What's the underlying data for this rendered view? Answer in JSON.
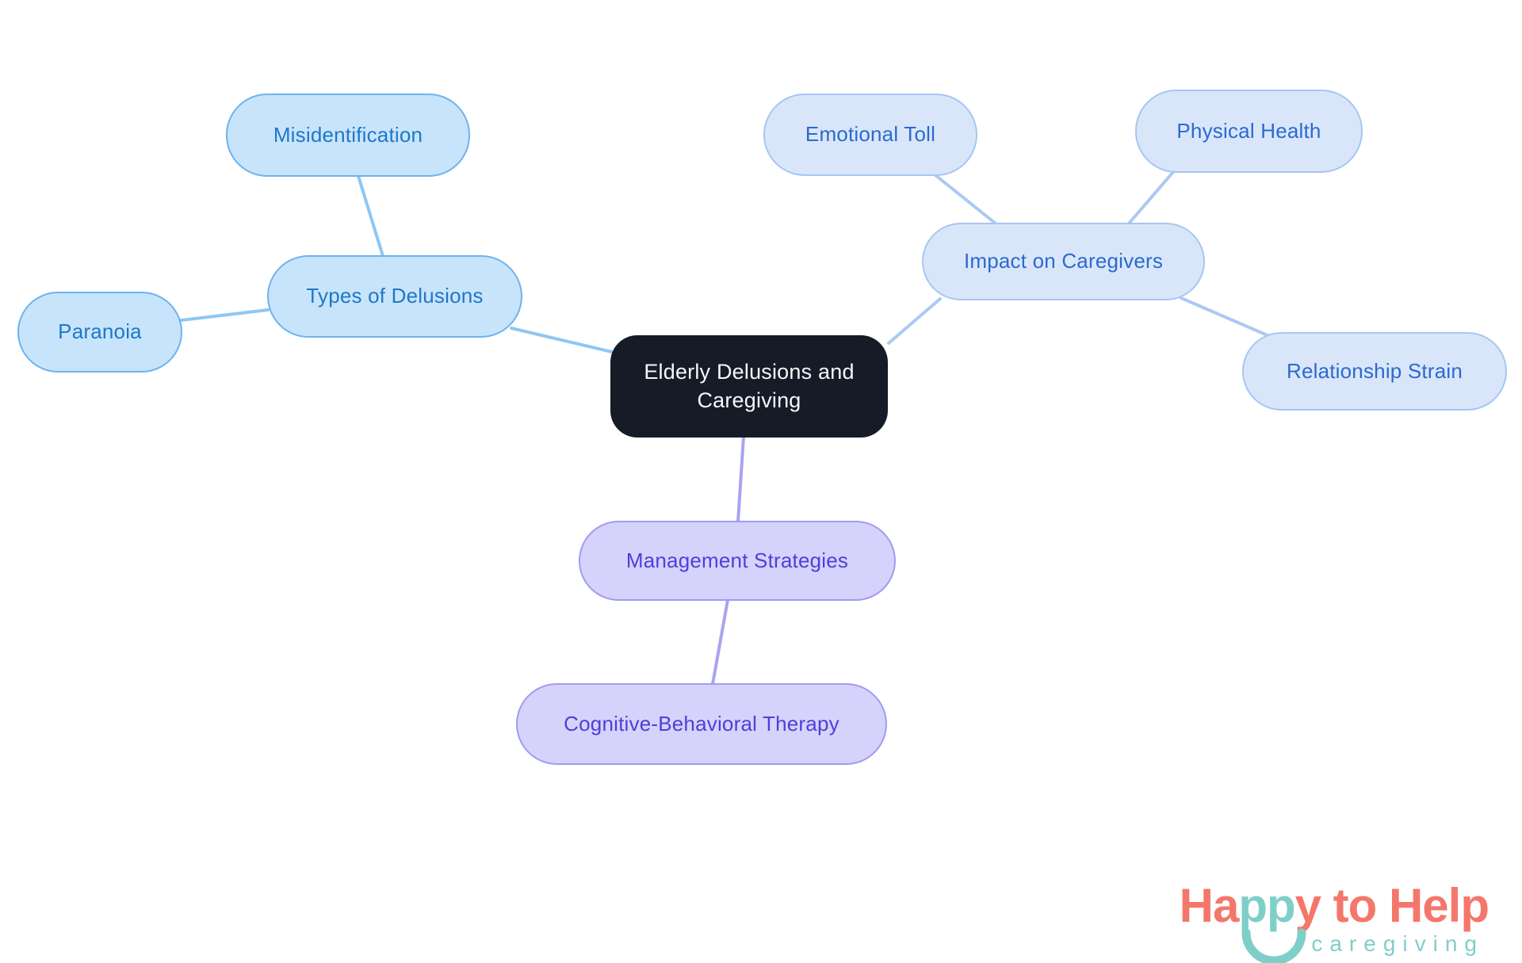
{
  "page_title": "Elderly Delusions and Caregiving mind map",
  "nodes": {
    "root": "Elderly Delusions and Caregiving",
    "types": "Types of Delusions",
    "misid": "Misidentification",
    "paranoia": "Paranoia",
    "impact": "Impact on Caregivers",
    "emotional": "Emotional Toll",
    "physical": "Physical Health",
    "relationship": "Relationship Strain",
    "management": "Management Strategies",
    "cbt": "Cognitive-Behavioral Therapy"
  },
  "structure": {
    "root": "Elderly Delusions and Caregiving",
    "branches": [
      {
        "label": "Types of Delusions",
        "children": [
          "Misidentification",
          "Paranoia"
        ]
      },
      {
        "label": "Impact on Caregivers",
        "children": [
          "Emotional Toll",
          "Physical Health",
          "Relationship Strain"
        ]
      },
      {
        "label": "Management Strategies",
        "children": [
          "Cognitive-Behavioral Therapy"
        ]
      }
    ]
  },
  "logo": {
    "part1": "Ha",
    "pp": "pp",
    "part2": "y to Help",
    "subtitle": "caregiving"
  },
  "colors": {
    "background": "#ffffff",
    "root_fill": "#151b27",
    "root_text": "#f5f7fa",
    "sky_fill": "#c8e4fb",
    "sky_border": "#6cb3ef",
    "sky_text": "#1e78c8",
    "sky_line": "#8ec7f3",
    "peri_fill": "#d9e6fa",
    "peri_border": "#a6c6f3",
    "peri_text": "#2b6ace",
    "peri_line": "#abc9f3",
    "purple_fill": "#d5d3fb",
    "purple_border": "#a19bf2",
    "purple_text": "#4d3fd9",
    "purple_line": "#a8a4f1",
    "logo_coral": "#f4776b",
    "logo_teal": "#7fcfc9"
  }
}
